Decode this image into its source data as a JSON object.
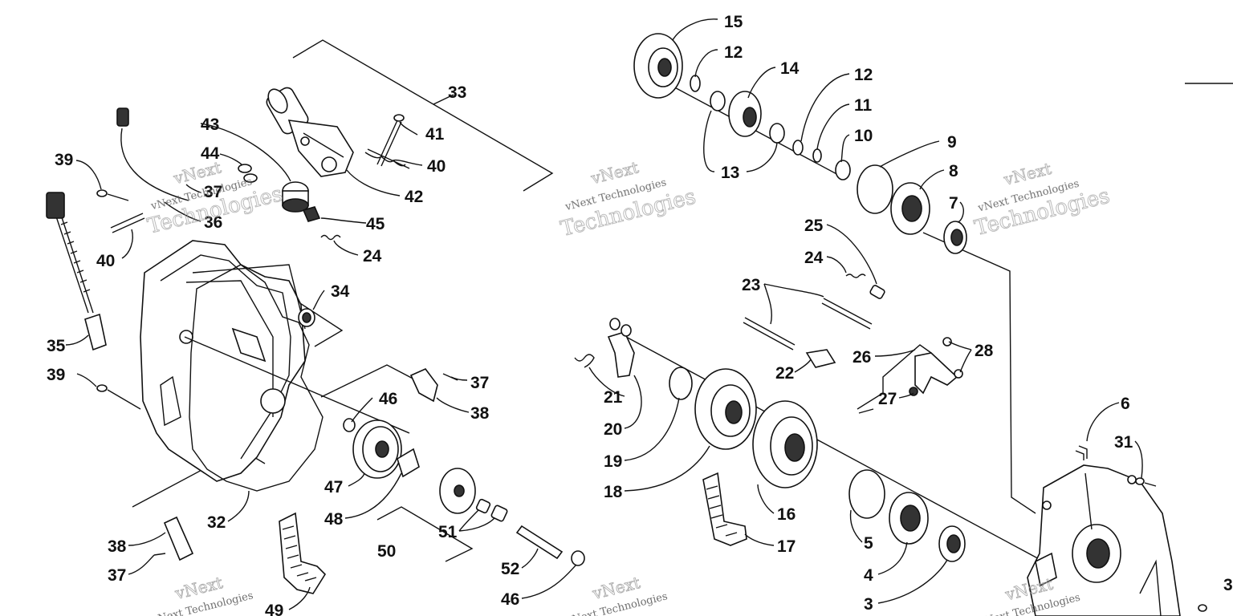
{
  "watermark": {
    "brand_top": "vNext",
    "brand_mid": "vNext Technologies",
    "brand_big": "Technologies"
  },
  "labels": [
    {
      "id": "l15",
      "text": "15"
    },
    {
      "id": "l12a",
      "text": "12"
    },
    {
      "id": "l14",
      "text": "14"
    },
    {
      "id": "l12b",
      "text": "12"
    },
    {
      "id": "l11",
      "text": "11"
    },
    {
      "id": "l10",
      "text": "10"
    },
    {
      "id": "l9",
      "text": "9"
    },
    {
      "id": "l8",
      "text": "8"
    },
    {
      "id": "l7",
      "text": "7"
    },
    {
      "id": "l13",
      "text": "13"
    },
    {
      "id": "l33",
      "text": "33"
    },
    {
      "id": "l43",
      "text": "43"
    },
    {
      "id": "l41",
      "text": "41"
    },
    {
      "id": "l44",
      "text": "44"
    },
    {
      "id": "l40a",
      "text": "40"
    },
    {
      "id": "l39a",
      "text": "39"
    },
    {
      "id": "l37a",
      "text": "37"
    },
    {
      "id": "l42",
      "text": "42"
    },
    {
      "id": "l36",
      "text": "36"
    },
    {
      "id": "l45",
      "text": "45"
    },
    {
      "id": "l40b",
      "text": "40"
    },
    {
      "id": "l24a",
      "text": "24"
    },
    {
      "id": "l34",
      "text": "34"
    },
    {
      "id": "l35",
      "text": "35"
    },
    {
      "id": "l39b",
      "text": "39"
    },
    {
      "id": "l37b",
      "text": "37"
    },
    {
      "id": "l38a",
      "text": "38"
    },
    {
      "id": "l46a",
      "text": "46"
    },
    {
      "id": "l47",
      "text": "47"
    },
    {
      "id": "l48",
      "text": "48"
    },
    {
      "id": "l32",
      "text": "32"
    },
    {
      "id": "l51",
      "text": "51"
    },
    {
      "id": "l50",
      "text": "50"
    },
    {
      "id": "l38b",
      "text": "38"
    },
    {
      "id": "l37c",
      "text": "37"
    },
    {
      "id": "l52",
      "text": "52"
    },
    {
      "id": "l46b",
      "text": "46"
    },
    {
      "id": "l49",
      "text": "49"
    },
    {
      "id": "l25",
      "text": "25"
    },
    {
      "id": "l24b",
      "text": "24"
    },
    {
      "id": "l23",
      "text": "23"
    },
    {
      "id": "l22",
      "text": "22"
    },
    {
      "id": "l26",
      "text": "26"
    },
    {
      "id": "l28",
      "text": "28"
    },
    {
      "id": "l27",
      "text": "27"
    },
    {
      "id": "l21",
      "text": "21"
    },
    {
      "id": "l20",
      "text": "20"
    },
    {
      "id": "l19",
      "text": "19"
    },
    {
      "id": "l18",
      "text": "18"
    },
    {
      "id": "l16",
      "text": "16"
    },
    {
      "id": "l17",
      "text": "17"
    },
    {
      "id": "l5",
      "text": "5"
    },
    {
      "id": "l4",
      "text": "4"
    },
    {
      "id": "l3a",
      "text": "3"
    },
    {
      "id": "l6",
      "text": "6"
    },
    {
      "id": "l31",
      "text": "31"
    },
    {
      "id": "l3b",
      "text": "3"
    }
  ]
}
